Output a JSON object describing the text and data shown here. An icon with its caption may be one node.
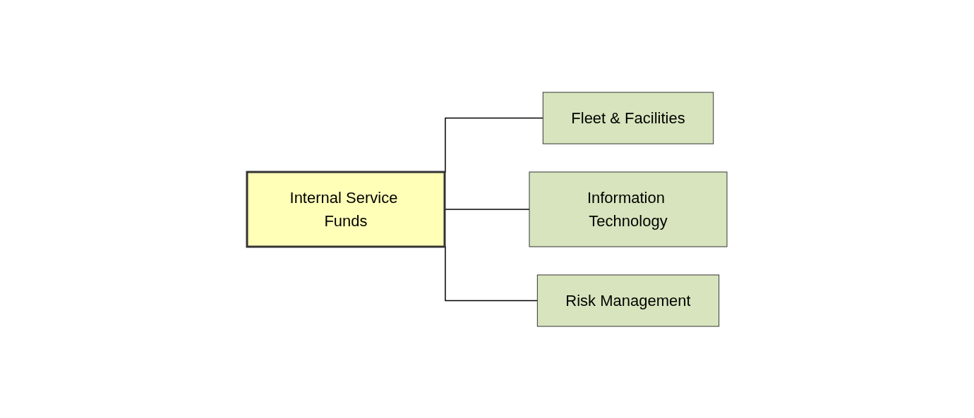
{
  "diagram": {
    "nodes": [
      {
        "text": [
          "Internal Service Funds"
        ]
      },
      {
        "text": [
          "Fleet & Facilities"
        ]
      },
      {
        "text": [
          "Information Technology"
        ]
      },
      {
        "text": [
          "Risk Management"
        ]
      }
    ],
    "edges": [
      {
        "from": 0,
        "to": 1,
        "arrow": "none"
      },
      {
        "from": 0,
        "to": 2,
        "arrow": "none"
      },
      {
        "from": 0,
        "to": 3,
        "arrow": "none"
      }
    ]
  }
}
